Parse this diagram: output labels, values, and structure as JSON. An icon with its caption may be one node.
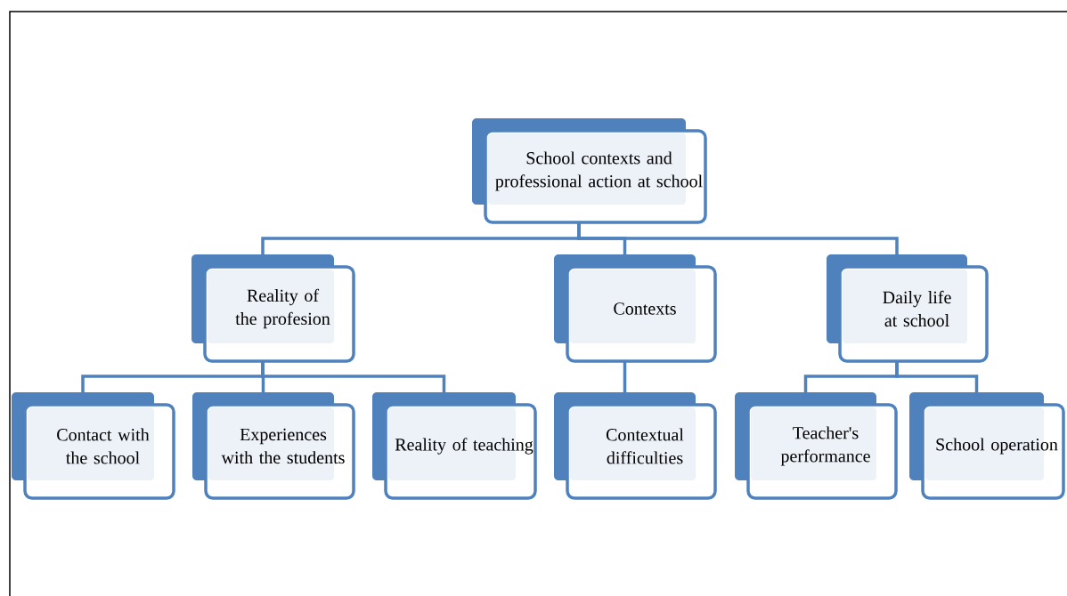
{
  "diagram": {
    "nodes": [
      {
        "text": [
          "School contexts and professional action at school"
        ]
      },
      {
        "text": [
          "Reality of the profesion"
        ]
      },
      {
        "text": [
          "Contexts"
        ]
      },
      {
        "text": [
          "Daily life at school"
        ]
      },
      {
        "text": [
          "Contact with the school"
        ]
      },
      {
        "text": [
          "Experiences with the students"
        ]
      },
      {
        "text": [
          "Reality of teaching"
        ]
      },
      {
        "text": [
          "Contextual difficulties"
        ]
      },
      {
        "text": [
          "Teacher's performance"
        ]
      },
      {
        "text": [
          "School operation"
        ]
      }
    ],
    "edges": [
      {
        "from": 0,
        "to": 1,
        "arrow": "none"
      },
      {
        "from": 0,
        "to": 2,
        "arrow": "none"
      },
      {
        "from": 0,
        "to": 3,
        "arrow": "none"
      },
      {
        "from": 1,
        "to": 4,
        "arrow": "none"
      },
      {
        "from": 1,
        "to": 5,
        "arrow": "none"
      },
      {
        "from": 1,
        "to": 6,
        "arrow": "none"
      },
      {
        "from": 2,
        "to": 7,
        "arrow": "none"
      },
      {
        "from": 3,
        "to": 8,
        "arrow": "none"
      },
      {
        "from": 3,
        "to": 9,
        "arrow": "none"
      }
    ]
  }
}
